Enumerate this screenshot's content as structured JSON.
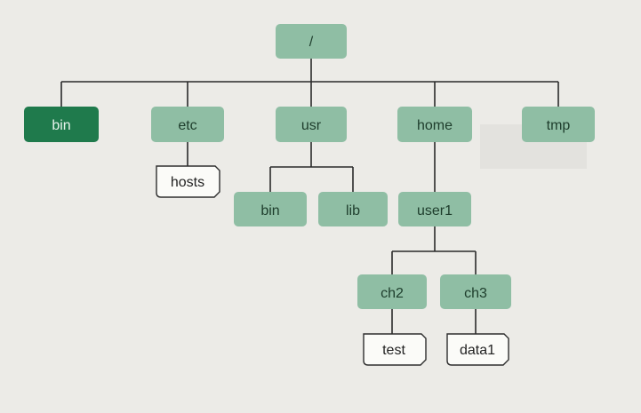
{
  "colors": {
    "background": "#ecebe7",
    "dir_fill": "#8fbea4",
    "dir_text": "#1e3d2c",
    "highlight_fill": "#1f7a4c",
    "highlight_text": "#e8f3ec",
    "file_fill": "#fbfbf8",
    "file_stroke": "#2e2e2e",
    "line": "#2a2a2a"
  },
  "tree": {
    "root": {
      "label": "/"
    },
    "level1": [
      {
        "label": "bin",
        "highlight": true
      },
      {
        "label": "etc"
      },
      {
        "label": "usr"
      },
      {
        "label": "home"
      },
      {
        "label": "tmp"
      }
    ],
    "etc_children": [
      {
        "label": "hosts",
        "kind": "file"
      }
    ],
    "usr_children": [
      {
        "label": "bin"
      },
      {
        "label": "lib"
      }
    ],
    "home_children": [
      {
        "label": "user1"
      }
    ],
    "user1_children": [
      {
        "label": "ch2"
      },
      {
        "label": "ch3"
      }
    ],
    "ch2_children": [
      {
        "label": "test",
        "kind": "file"
      }
    ],
    "ch3_children": [
      {
        "label": "data1",
        "kind": "file"
      }
    ]
  }
}
